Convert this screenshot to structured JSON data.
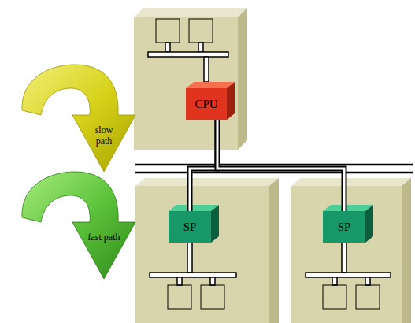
{
  "diagram": {
    "nodes": [
      {
        "text": [
          "CPU"
        ]
      },
      {
        "text": [
          "SP"
        ]
      },
      {
        "text": [
          "SP"
        ]
      }
    ],
    "edges": [
      {
        "from": 0,
        "to": 1,
        "arrow": "none"
      },
      {
        "from": 0,
        "to": 2,
        "arrow": "none"
      }
    ],
    "labels": [
      "slow path",
      "fast path"
    ]
  }
}
